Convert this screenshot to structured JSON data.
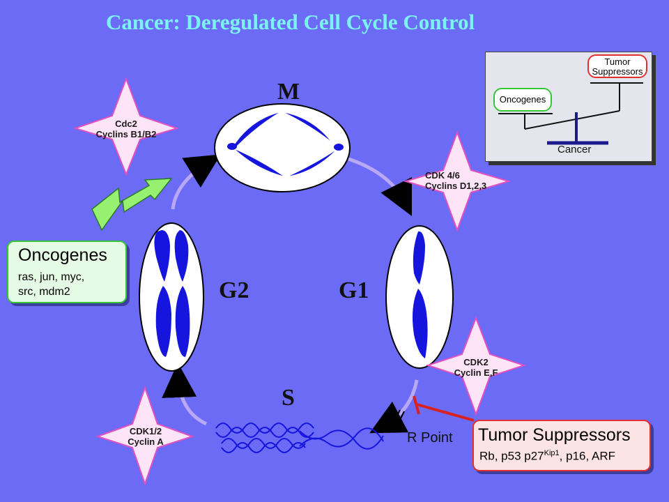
{
  "title": "Cancer: Deregulated Cell Cycle Control",
  "phases": {
    "m": "M",
    "g1": "G1",
    "g2": "G2",
    "s": "S"
  },
  "checkpoint_label": "R Point",
  "oncogenes_box": {
    "title": "Oncogenes",
    "items": "ras, jun, myc,\nsrc, mdm2"
  },
  "tumor_suppressors_box": {
    "title": "Tumor Suppressors",
    "items_a": "Rb, p53 p27",
    "kip": "Kip1",
    "items_b": ", p16, ARF"
  },
  "balance_inset": {
    "oncogenes": "Oncogenes",
    "tumor_line1": "Tumor",
    "tumor_line2": "Suppressors",
    "cancer": "Cancer"
  },
  "cdk_stars": {
    "m_entry": {
      "line1": "Cdc2",
      "line2": "Cyclins B1/B2"
    },
    "g1": {
      "line1": "CDK 4/6",
      "line2": "Cyclins D1,2,3"
    },
    "g1_s": {
      "line1": "CDK2",
      "line2": "Cyclin E,F"
    },
    "s": {
      "line1": "CDK1/2",
      "line2": "Cyclin A"
    }
  },
  "colors": {
    "background": "#6b6bf6",
    "title": "#7cf3f3",
    "chromosome": "#1515dd",
    "star_fill": "#fde4f6",
    "star_border": "#e050c0",
    "oncogene_border": "#35c635",
    "suppressor_border": "#e23030",
    "cycle_arrow": "#b8a8f5",
    "lightning": "#98f070"
  },
  "icons": [
    "lightning-bolt-icon",
    "inhibition-bar-icon"
  ]
}
